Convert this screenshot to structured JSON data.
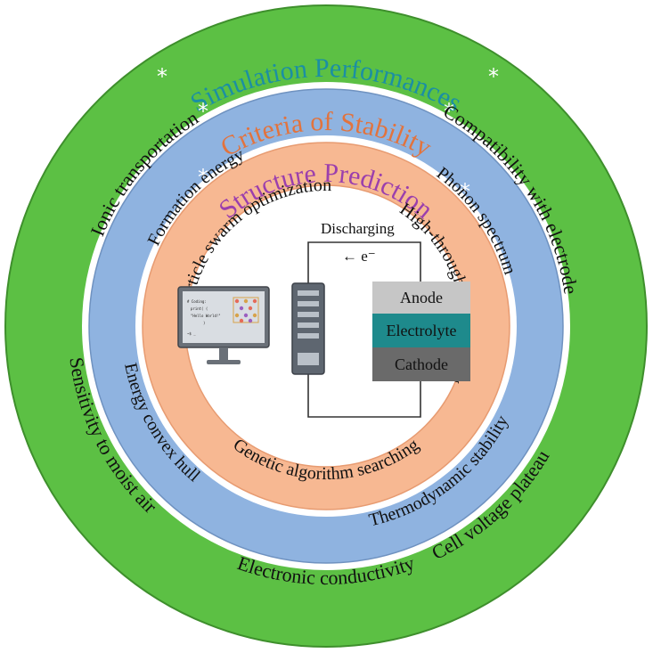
{
  "rings": {
    "outer": {
      "title": "Simulation Performances",
      "items": [
        "Ionic transportation",
        "Compatibility with electrode",
        "Sensitivity to moist air",
        "Cell voltage plateau",
        "Electronic conductivity"
      ]
    },
    "middle": {
      "title": "Criteria of Stability",
      "items": [
        "Formation energy",
        "Phonon spectrum",
        "Energy convex hull",
        "Thermodynamic stability"
      ]
    },
    "inner": {
      "title": "Structure Prediction",
      "items": [
        "Particle swarm optimization",
        "High-throughput screening",
        "Genetic algorithm searching"
      ]
    }
  },
  "center": {
    "discharging": "Discharging",
    "electron": "← e⁻",
    "cell": {
      "anode": "Anode",
      "electrolyte": "Electrolyte",
      "cathode": "Cathode"
    },
    "monitor_code": [
      "# Coding:",
      "print( (",
      "\"Hello World!\"",
      ")",
      "~$ _"
    ]
  },
  "star_symbol": "*",
  "colors": {
    "outer_ring": "#5cc044",
    "middle_ring": "#8fb3e0",
    "inner_ring": "#f7b892",
    "outer_title": "#1b8fa3",
    "middle_title": "#e2733d",
    "inner_title": "#9b3fad",
    "anode": "#c6c6c6",
    "electrolyte": "#1e8a8c",
    "cathode": "#6a6a6a"
  }
}
